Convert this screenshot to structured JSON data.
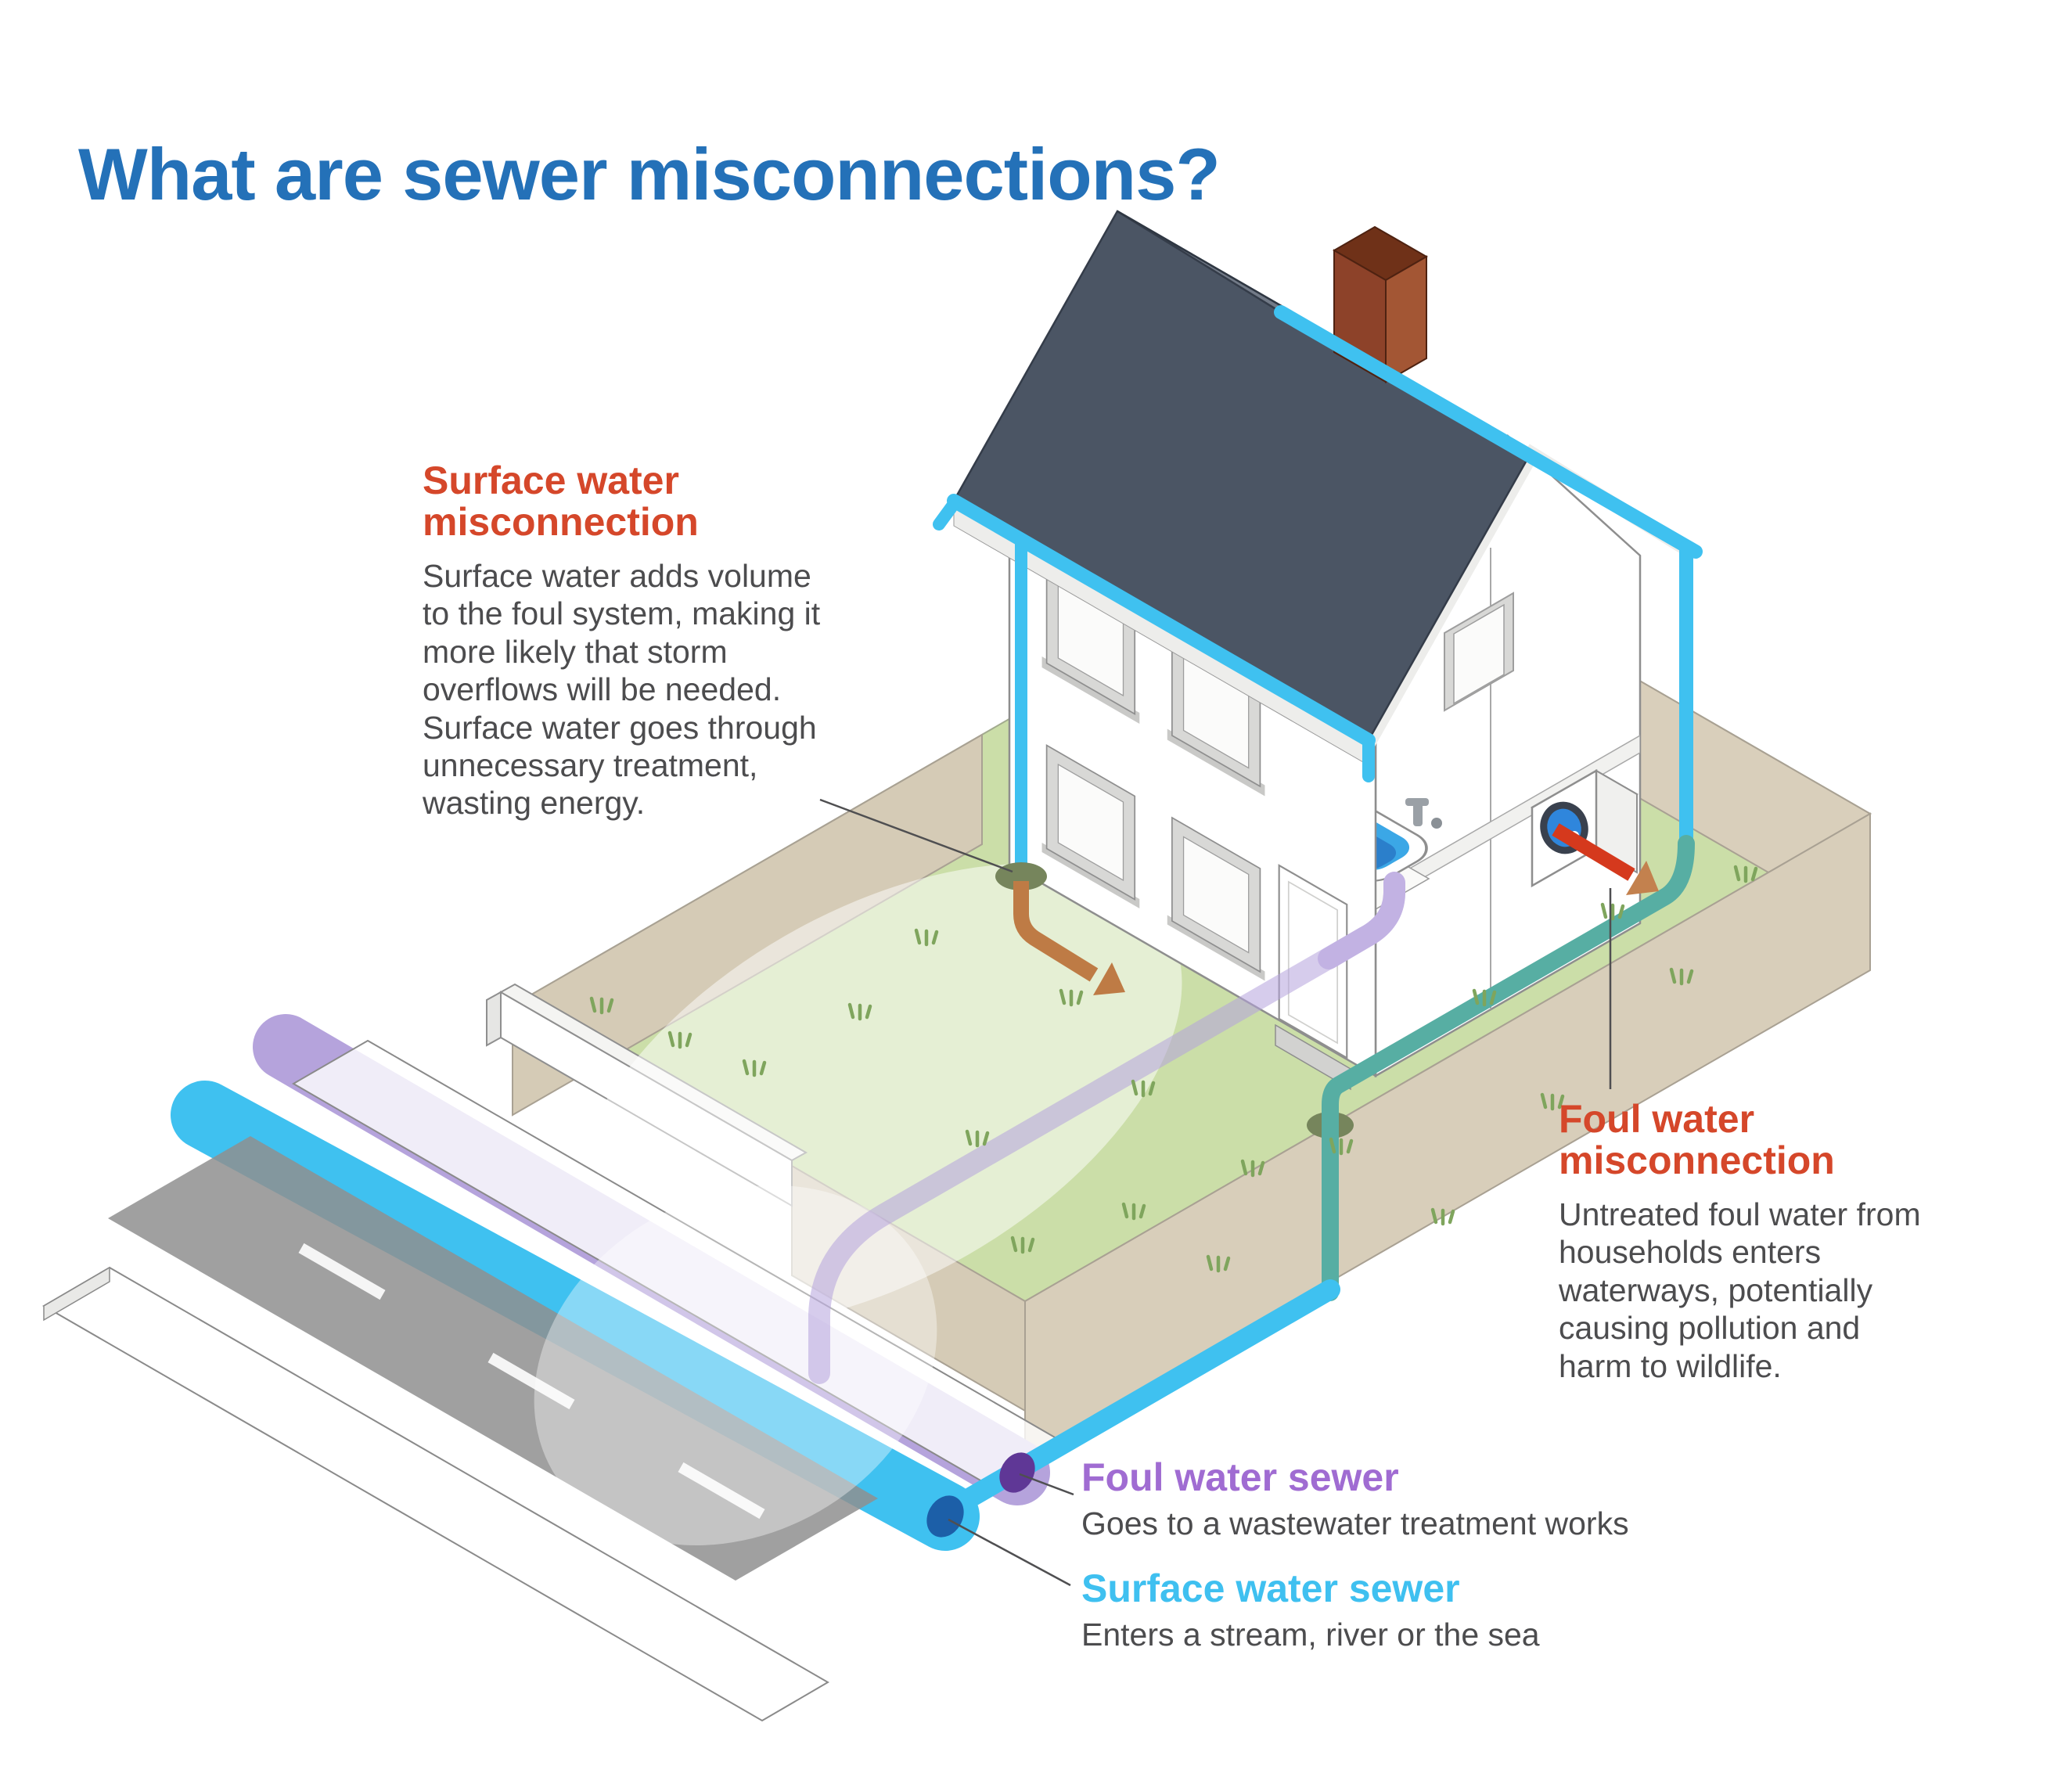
{
  "title": "What are sewer misconnections?",
  "colors": {
    "title_blue": "#2471B8",
    "alert_red": "#D5472A",
    "foul_purple": "#A06CD2",
    "surface_cyan": "#3FC0F0",
    "body_gray": "#4C4C4E",
    "roof_slate": "#4B5564",
    "lawn_green": "#CBDEA8",
    "soil_tan": "#D8CEBA",
    "pipe_cyan": "#3FC1F0",
    "pipe_purple": "#B5A3DC",
    "drain_teal": "#57AEA3",
    "foul_cap": "#5F3796",
    "surface_cap": "#1C5FA8"
  },
  "callouts": {
    "surface_misconnection": {
      "heading": "Surface water misconnection",
      "body": "Surface water adds volume to the foul system, making it more likely that storm overflows will be needed. Surface water goes through unnecessary treatment, wasting energy."
    },
    "foul_misconnection": {
      "heading": "Foul water misconnection",
      "body": "Untreated foul water from households enters waterways, potentially causing pollution and harm to wildlife."
    },
    "foul_sewer": {
      "heading": "Foul water sewer",
      "body": "Goes to a wastewater treatment works"
    },
    "surface_sewer": {
      "heading": "Surface water sewer",
      "body": "Enters a stream, river or the sea"
    }
  }
}
